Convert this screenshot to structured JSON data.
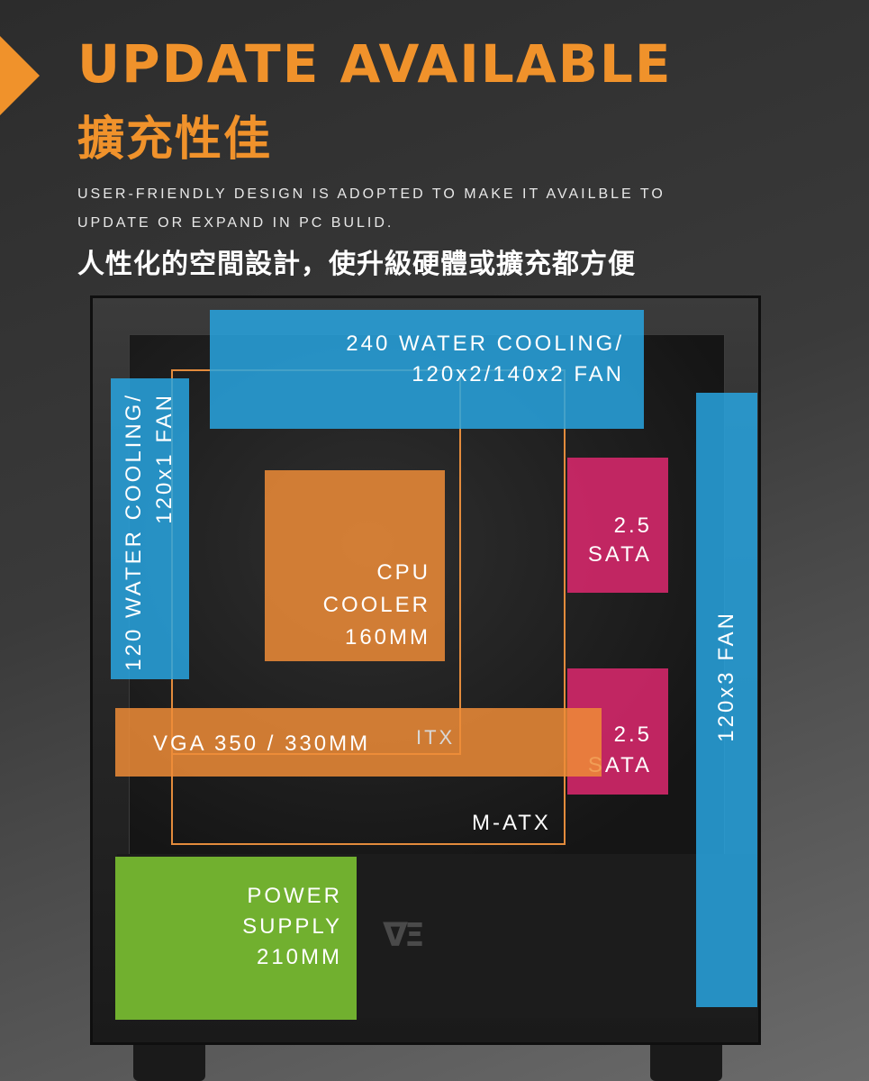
{
  "header": {
    "headline": "UPDATE AVAILABLE",
    "headline_zh": "擴充性佳",
    "description_en_line1": "USER-FRIENDLY DESIGN IS ADOPTED TO MAKE IT AVAILBLE TO",
    "description_en_line2": "UPDATE OR EXPAND IN PC BULID.",
    "description_zh": "人性化的空間設計，使升級硬體或擴充都方便",
    "accent_color": "#f0922b"
  },
  "zones": {
    "top_cooling_line1": "240 WATER COOLING/",
    "top_cooling_line2": "120x2/140x2 FAN",
    "rear_cooling_line1": "120 WATER COOLING/",
    "rear_cooling_line2": "120x1 FAN",
    "cpu_cooler_line1": "CPU",
    "cpu_cooler_line2": "COOLER",
    "cpu_cooler_line3": "160MM",
    "sata_top_line1": "2.5",
    "sata_top_line2": "SATA",
    "sata_bottom_line1": "2.5",
    "sata_bottom_line2": "SATA",
    "vga": "VGA 350 / 330MM",
    "itx": "ITX",
    "matx": "M-ATX",
    "front_fan": "120x3 FAN",
    "psu_line1": "POWER",
    "psu_line2": "SUPPLY",
    "psu_line3": "210MM"
  },
  "colors": {
    "blue_zone": "#28a5e1",
    "orange_zone": "#ee8c37",
    "pink_zone": "#de286e",
    "green_zone": "#76b830"
  },
  "icons": {
    "bullet": "arrow-icon",
    "brand": "darkflash-logo-icon"
  }
}
